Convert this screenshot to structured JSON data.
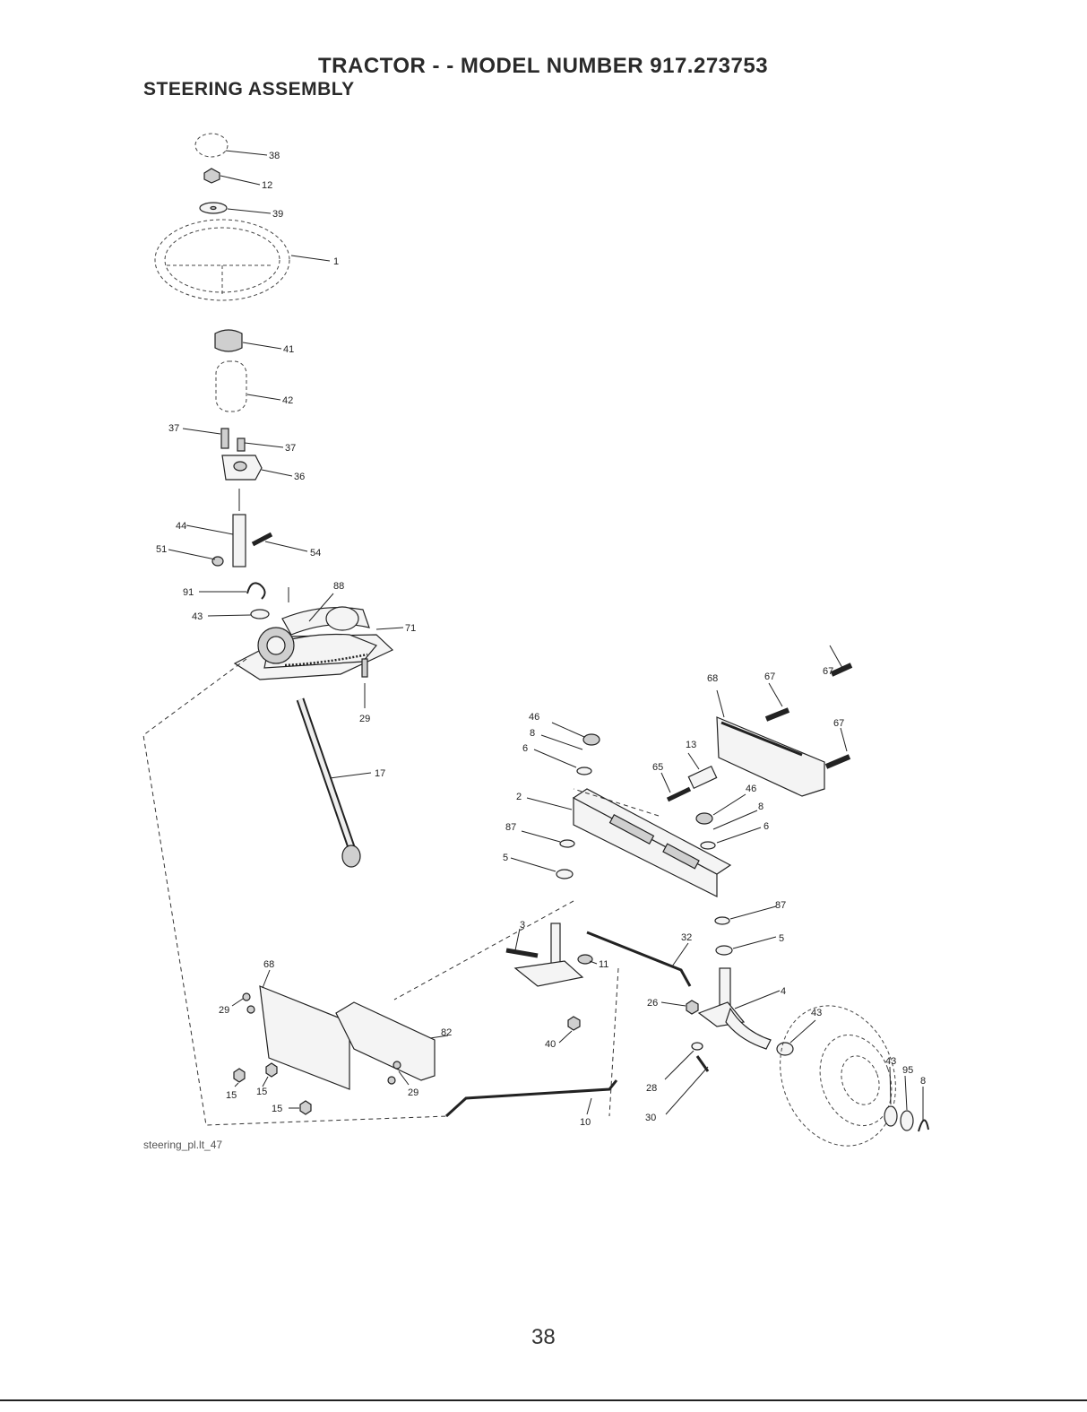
{
  "title": "TRACTOR - - MODEL NUMBER 917.273753",
  "subtitle": "STEERING ASSEMBLY",
  "figure_id": "steering_pl.lt_47",
  "page_number": "38",
  "callouts": {
    "c38": "38",
    "c12": "12",
    "c39": "39",
    "c1": "1",
    "c41": "41",
    "c42": "42",
    "c37a": "37",
    "c37b": "37",
    "c36": "36",
    "c44": "44",
    "c51": "51",
    "c54": "54",
    "c91": "91",
    "c88": "88",
    "c43a": "43",
    "c71": "71",
    "c29a": "29",
    "c17": "17",
    "c68a": "68",
    "c67a": "67",
    "c67b": "67",
    "c67c": "67",
    "c46a": "46",
    "c8a": "8",
    "c6a": "6",
    "c13": "13",
    "c65": "65",
    "c46b": "46",
    "c8b": "8",
    "c6b": "6",
    "c2": "2",
    "c87a": "87",
    "c5a": "5",
    "c87b": "87",
    "c5b": "5",
    "c3": "3",
    "c32": "32",
    "c11": "11",
    "c68b": "68",
    "c29b": "29",
    "c82": "82",
    "c26": "26",
    "c4": "4",
    "c43b": "43",
    "c43c": "43",
    "c95": "95",
    "c8c": "8",
    "c40": "40",
    "c28": "28",
    "c30": "30",
    "c10": "10",
    "c15a": "15",
    "c15b": "15",
    "c15c": "15",
    "c29c": "29"
  }
}
